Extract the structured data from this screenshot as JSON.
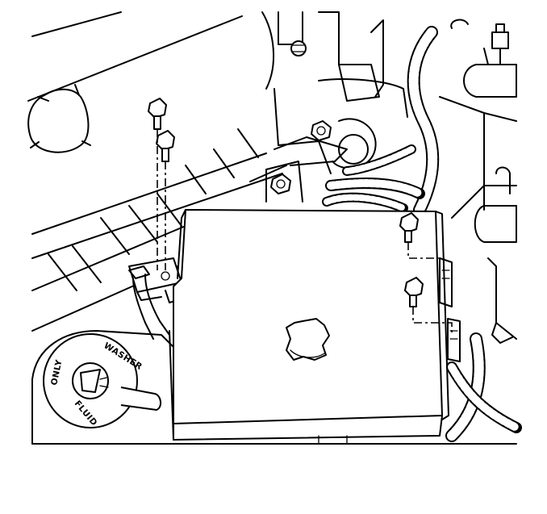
{
  "cap_label": {
    "top": "WASHER",
    "side": "ONLY",
    "bottom": "FLUID"
  },
  "colors": {
    "line": "#000000",
    "background": "#ffffff"
  }
}
